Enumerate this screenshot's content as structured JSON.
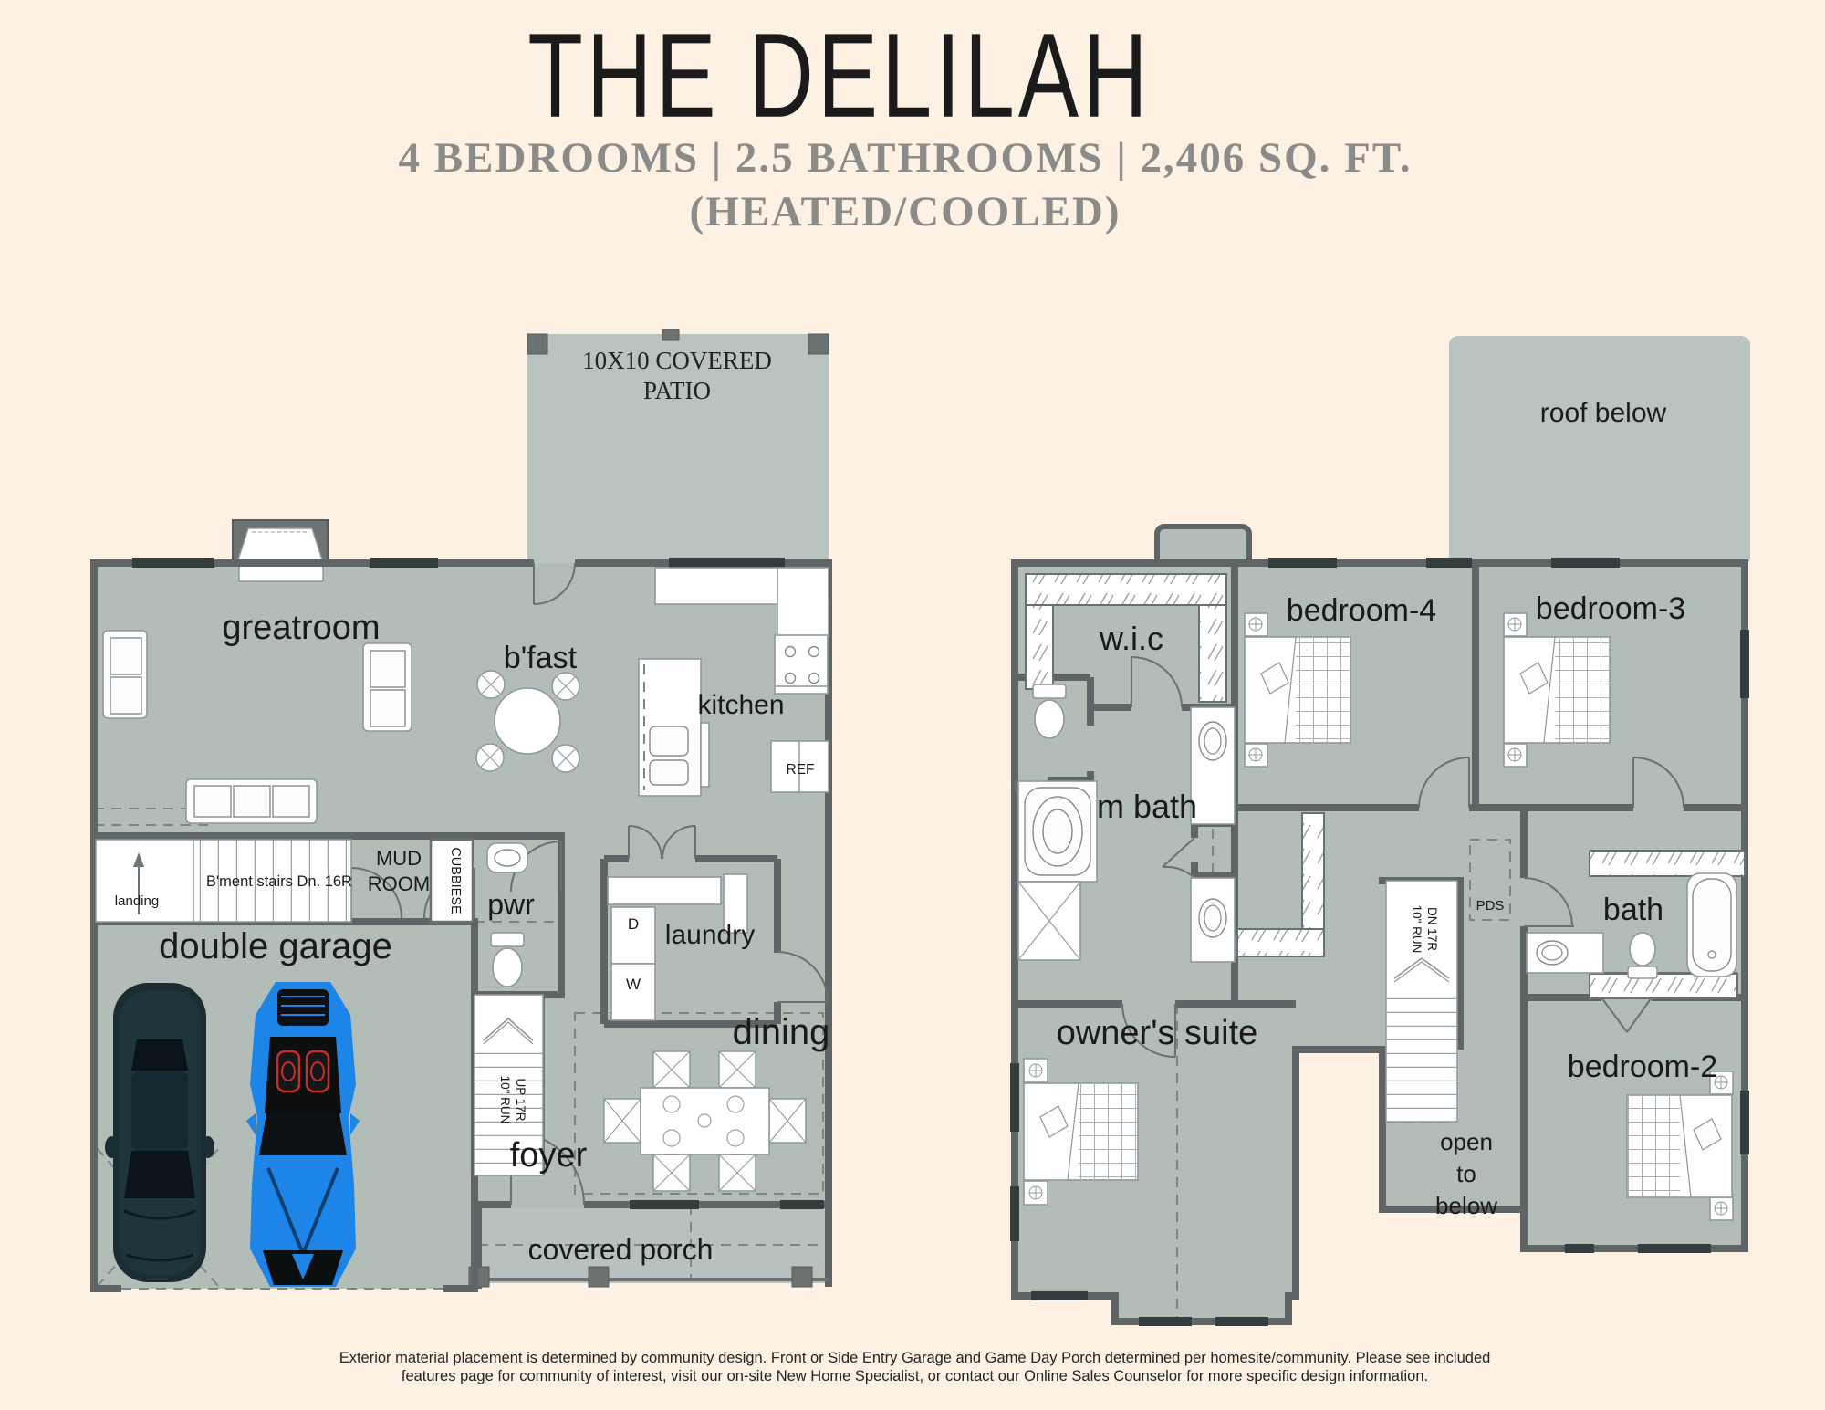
{
  "header": {
    "title": "THE DELILAH",
    "specs": "4 BEDROOMS | 2.5 BATHROOMS | 2,406 SQ. FT.",
    "heated": "(HEATED/COOLED)"
  },
  "first_floor": {
    "patio_l1": "10X10 COVERED",
    "patio_l2": "PATIO",
    "greatroom": "greatroom",
    "bfast": "b'fast",
    "kitchen": "kitchen",
    "ref": "REF",
    "mud_l1": "MUD",
    "mud_l2": "ROOM",
    "cubbies": "CUBBIESE",
    "pwr": "pwr",
    "laundry": "laundry",
    "dryer": "D",
    "washer": "W",
    "dining": "dining",
    "foyer": "foyer",
    "porch": "covered porch",
    "garage": "double garage",
    "landing": "landing",
    "bment_stairs": "B'ment stairs Dn. 16R",
    "run_up_l1": "10\" RUN",
    "run_up_l2": "UP 17R"
  },
  "second_floor": {
    "roof": "roof below",
    "wic": "w.i.c",
    "bed4": "bedroom-4",
    "bed3": "bedroom-3",
    "mbath": "m bath",
    "bath": "bath",
    "pds": "PDS",
    "run_dn_l1": "10\" RUN",
    "run_dn_l2": "DN 17R",
    "owners": "owner's suite",
    "open1": "open",
    "open2": "to",
    "open3": "below",
    "bed2": "bedroom-2"
  },
  "footer": {
    "disclaimer": "Exterior material placement is determined by community design. Front or Side Entry Garage and Game Day Porch determined per homesite/community. Please see included features page for community of interest, visit our on-site New Home Specialist, or contact our Online Sales Counselor for more specific design information."
  },
  "colors": {
    "background": "#fcf1e3",
    "floor_fill": "#b3bdb8",
    "patio_fill": "#b9c3bf",
    "wall": "#5f6566",
    "window_bar": "#353c3d",
    "label_text": "#1a1a1a",
    "subtitle_gray": "#8b8b89",
    "car_blue": "#1d84e8",
    "car_dark": "#1b2c33",
    "seat_red": "#cc2d24"
  }
}
